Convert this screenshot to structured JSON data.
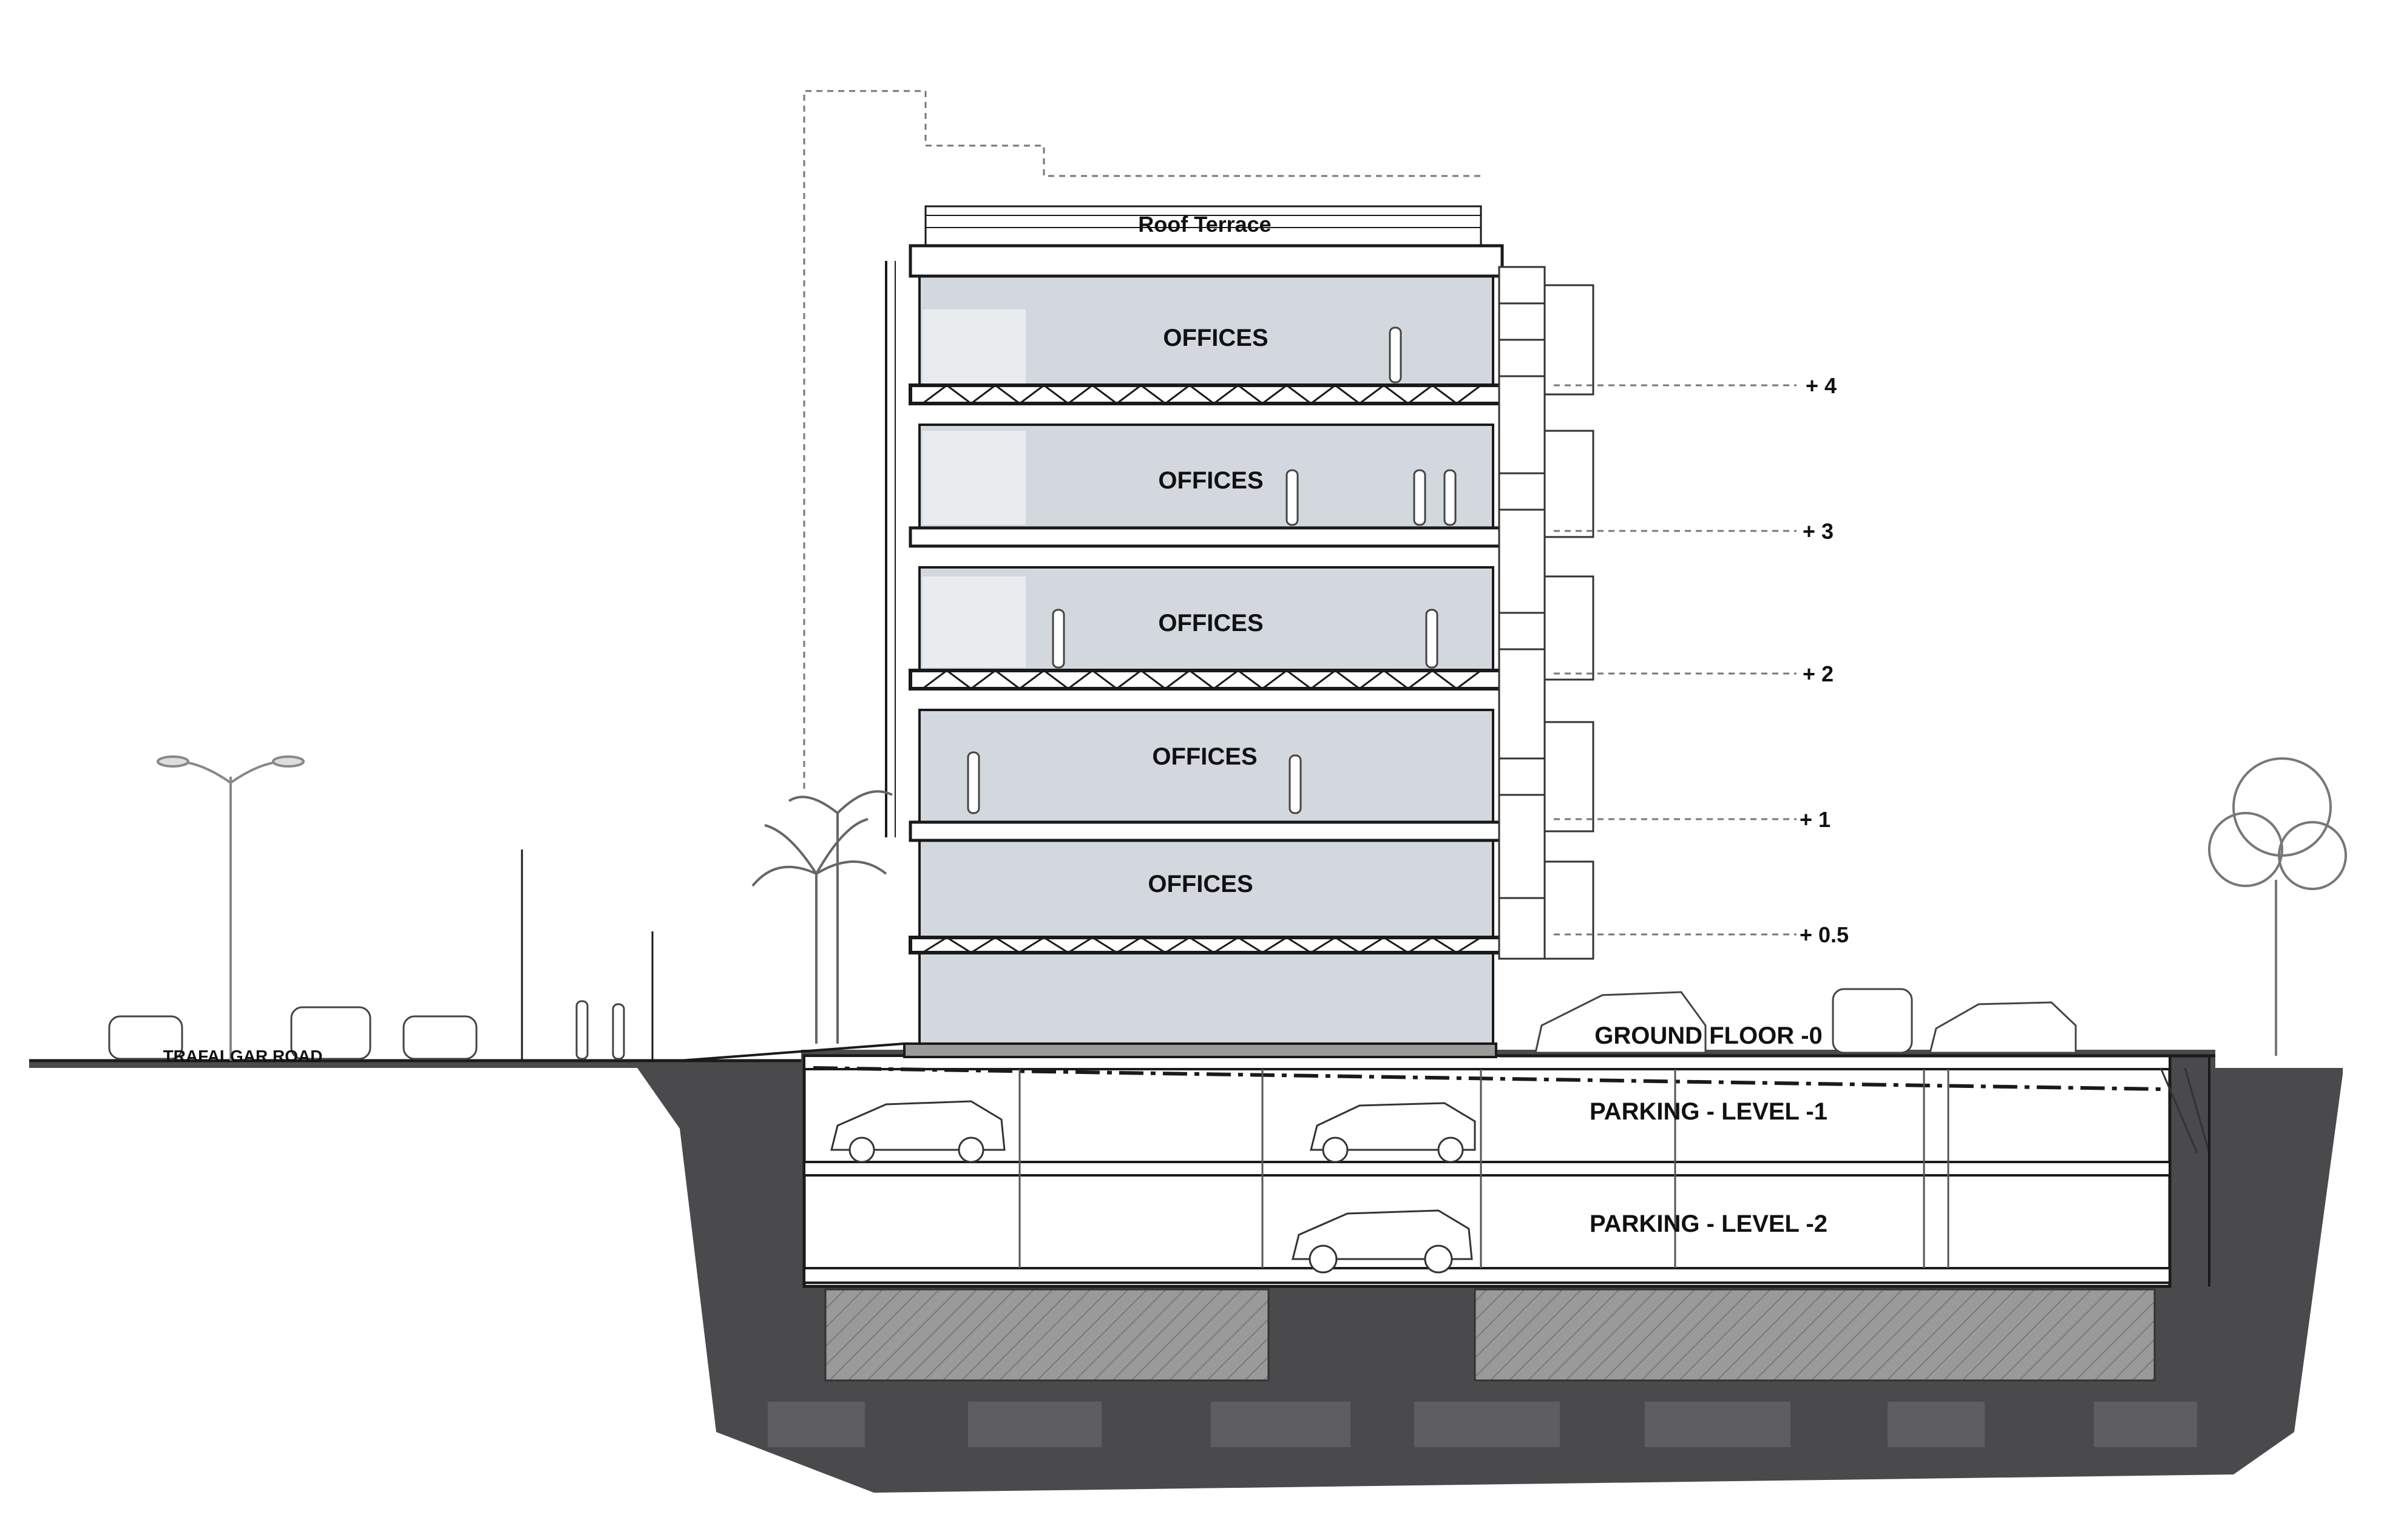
{
  "drawing": {
    "roof_label": "Roof Terrace",
    "offices": [
      "OFFICES",
      "OFFICES",
      "OFFICES",
      "OFFICES",
      "OFFICES"
    ],
    "ground_label": "GROUND FLOOR -0",
    "parking_1_label": "PARKING - LEVEL -1",
    "parking_2_label": "PARKING - LEVEL -2",
    "road_label": "TRAFALGAR ROAD",
    "elevation_tags": [
      "+ 4",
      "+ 3",
      "+ 2",
      "+ 1",
      "+ 0.5"
    ]
  },
  "colors": {
    "ground": "#4a4a4c",
    "office_fill": "#d3d8df",
    "line": "#1a1a1a",
    "hatch": "#8c8c8c"
  }
}
